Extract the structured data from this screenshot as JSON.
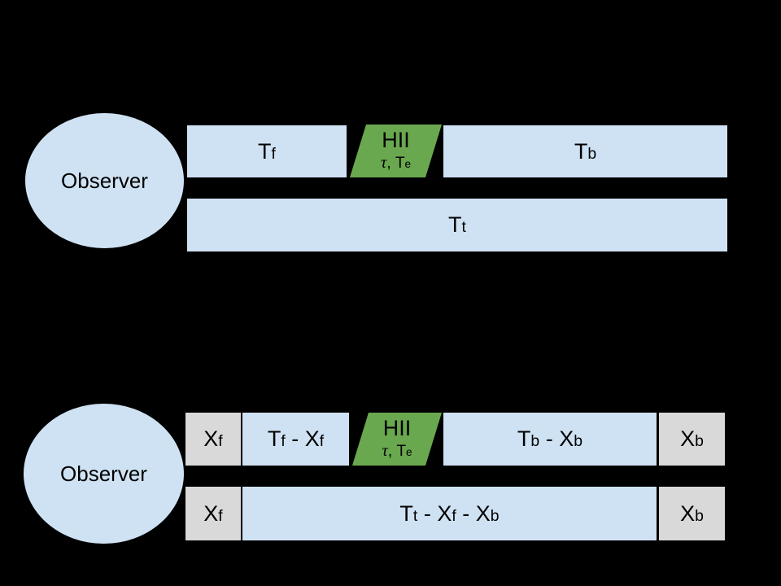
{
  "palette": {
    "background": "#000000",
    "box_blue": "#cfe2f3",
    "box_gray": "#d9d9d9",
    "hii_green": "#6aa84f",
    "outline": "#000000",
    "text": "#000000"
  },
  "top_diagram": {
    "observer": "Observer",
    "hii": {
      "line1": "HII",
      "line2": [
        {
          "t": "τ",
          "i": true
        },
        {
          "t": ", "
        },
        {
          "t": "T",
          "s": "e"
        }
      ]
    },
    "bars": {
      "tf": [
        {
          "t": "T",
          "s": "f"
        }
      ],
      "tb": [
        {
          "t": "T",
          "s": "b"
        }
      ],
      "tt": [
        {
          "t": "T",
          "s": "t"
        }
      ]
    }
  },
  "bottom_diagram": {
    "observer": "Observer",
    "hii": {
      "line1": "HII",
      "line2": [
        {
          "t": "τ",
          "i": true
        },
        {
          "t": ", "
        },
        {
          "t": "T",
          "s": "e"
        }
      ]
    },
    "bars": {
      "xf_row1": [
        {
          "t": "X",
          "s": "f"
        }
      ],
      "tf_minus_xf": [
        {
          "t": "T",
          "s": "f"
        },
        {
          "t": " - "
        },
        {
          "t": "X",
          "s": "f"
        }
      ],
      "tb_minus_xb": [
        {
          "t": "T",
          "s": "b"
        },
        {
          "t": " - "
        },
        {
          "t": "X",
          "s": "b"
        }
      ],
      "xb_row1": [
        {
          "t": "X",
          "s": "b"
        }
      ],
      "xf_row2": [
        {
          "t": "X",
          "s": "f"
        }
      ],
      "tt_minus_xf_minus_xb": [
        {
          "t": "T",
          "s": "t"
        },
        {
          "t": " - "
        },
        {
          "t": "X",
          "s": "f"
        },
        {
          "t": " - "
        },
        {
          "t": "X",
          "s": "b"
        }
      ],
      "xb_row2": [
        {
          "t": "X",
          "s": "b"
        }
      ]
    }
  }
}
